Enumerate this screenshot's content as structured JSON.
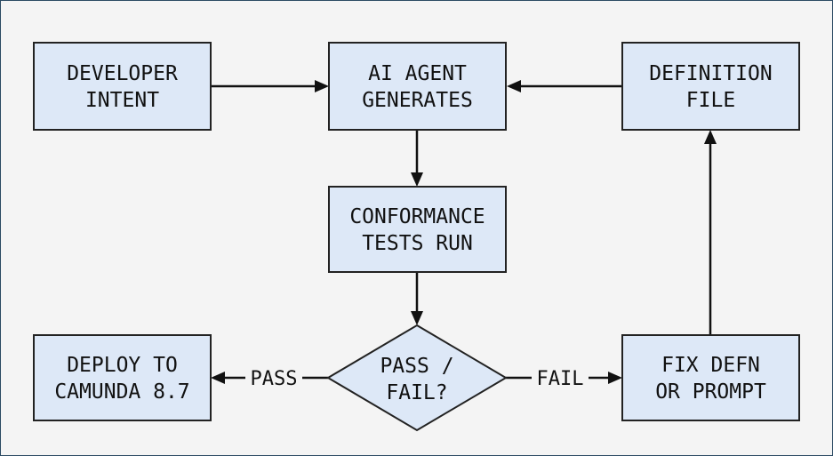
{
  "nodes": {
    "developer_intent": {
      "line1": "DEVELOPER",
      "line2": "INTENT"
    },
    "ai_agent": {
      "line1": "AI AGENT",
      "line2": "GENERATES"
    },
    "definition_file": {
      "line1": "DEFINITION",
      "line2": "FILE"
    },
    "conformance": {
      "line1": "CONFORMANCE",
      "line2": "TESTS RUN"
    },
    "decision": {
      "line1": "PASS /",
      "line2": "FAIL?"
    },
    "deploy": {
      "line1": "DEPLOY TO",
      "line2": "CAMUNDA 8.7"
    },
    "fix": {
      "line1": "FIX DEFN",
      "line2": "OR PROMPT"
    }
  },
  "edges": {
    "pass_label": "PASS",
    "fail_label": "FAIL"
  }
}
